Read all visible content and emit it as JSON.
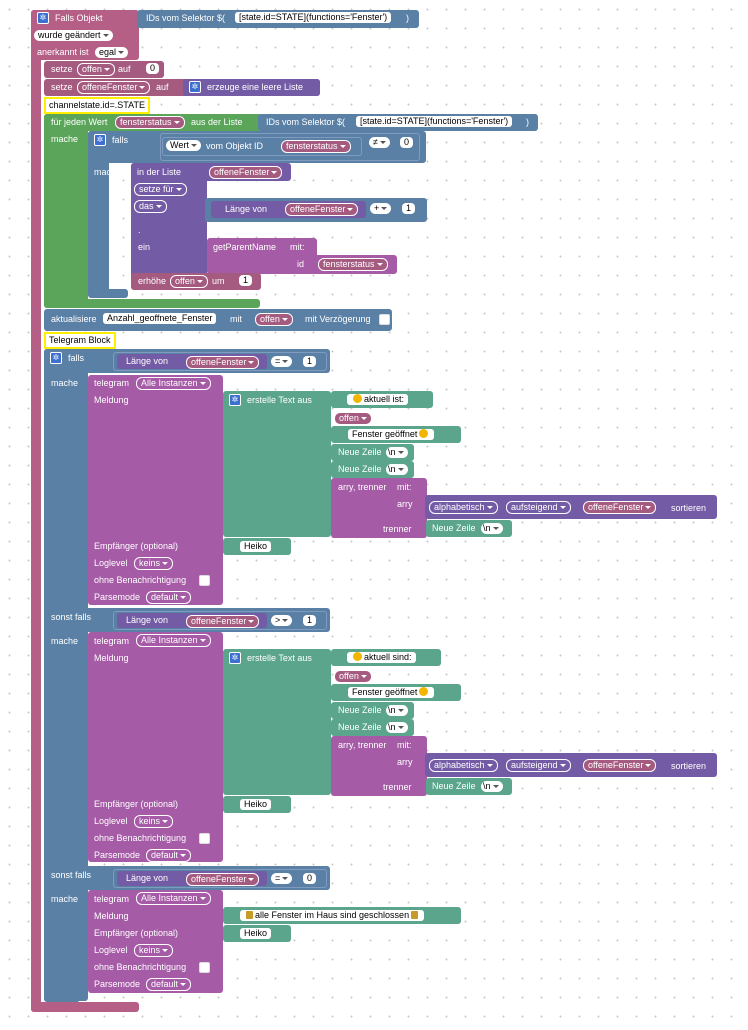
{
  "header": {
    "falls_objekt": "Falls Objekt",
    "ids_selektor": "IDs vom Selektor $(",
    "selector_value": "[state.id=STATE](functions='Fenster')",
    "close_paren": ")",
    "wurde_geaendert": "wurde geändert",
    "anerkannt_ist": "anerkannt ist",
    "egal": "egal"
  },
  "init": {
    "setze": "setze",
    "offen": "offen",
    "auf": "auf",
    "zero": "0",
    "offeneFenster": "offeneFenster",
    "erzeuge_liste": "erzeuge eine leere Liste",
    "comment1": "channelstate.id=.STATE"
  },
  "loop": {
    "fuer_jeden_wert": "für jeden Wert",
    "fensterstatus": "fensterstatus",
    "aus_der_liste": "aus der Liste",
    "ids_selektor": "IDs vom Selektor $(",
    "selector_value": "[state.id=STATE](functions='Fenster')",
    "close_paren": ")",
    "mache": "mache",
    "falls": "falls",
    "wert": "Wert",
    "vom_objekt_id": "vom Objekt ID",
    "neq": "≠",
    "zero": "0",
    "in_der_liste": "in der Liste",
    "setze_fuer": "setze für",
    "das": "das",
    "laenge_von": "Länge von",
    "plus": "+",
    "one": "1",
    "dot": ".",
    "ein": "ein",
    "getParentName": "getParentName",
    "mit": "mit:",
    "id": "id",
    "erhoehe": "erhöhe",
    "um": "um"
  },
  "update": {
    "aktualisiere": "aktualisiere",
    "anzahl": "Anzahl_geoffnete_Fenster",
    "mit": "mit",
    "offen": "offen",
    "mit_verzoegerung": "mit Verzögerung",
    "comment2": "Telegram Block"
  },
  "ifblock": {
    "falls": "falls",
    "sonst_falls": "sonst falls",
    "mache": "mache",
    "laenge_von": "Länge von",
    "offeneFenster": "offeneFenster",
    "eq": "=",
    "gt": ">",
    "one": "1",
    "zero": "0"
  },
  "telegram": {
    "telegram": "telegram",
    "alle_instanzen": "Alle Instanzen",
    "meldung": "Meldung",
    "erstelle_text": "erstelle Text aus",
    "aktuell_ist": "aktuell ist:",
    "aktuell_sind": "aktuell sind:",
    "offen": "offen",
    "fenster_geoeffnet": "Fenster geöffnet",
    "neue_zeile": "Neue Zeile",
    "nl": "\\n",
    "arry_trenner": "arry, trenner",
    "mit": "mit:",
    "arry": "arry",
    "alphabetisch": "alphabetisch",
    "aufsteigend": "aufsteigend",
    "offeneFenster": "offeneFenster",
    "sortieren": "sortieren",
    "trenner": "trenner",
    "empfaenger": "Empfänger (optional)",
    "heiko": "Heiko",
    "loglevel": "Loglevel",
    "keins": "keins",
    "ohne_benachrichtigung": "ohne Benachrichtigung",
    "parsemode": "Parsemode",
    "default": "default",
    "alle_geschlossen": "alle Fenster im Haus sind geschlossen"
  },
  "colors": {
    "event": "#b55f87",
    "variable": "#a55b80",
    "list": "#745ba5",
    "logic": "#5b80a5",
    "loop": "#5ba55b",
    "telegram": "#a55ba5",
    "text": "#5ba58c",
    "selector": "#5b80a5"
  }
}
